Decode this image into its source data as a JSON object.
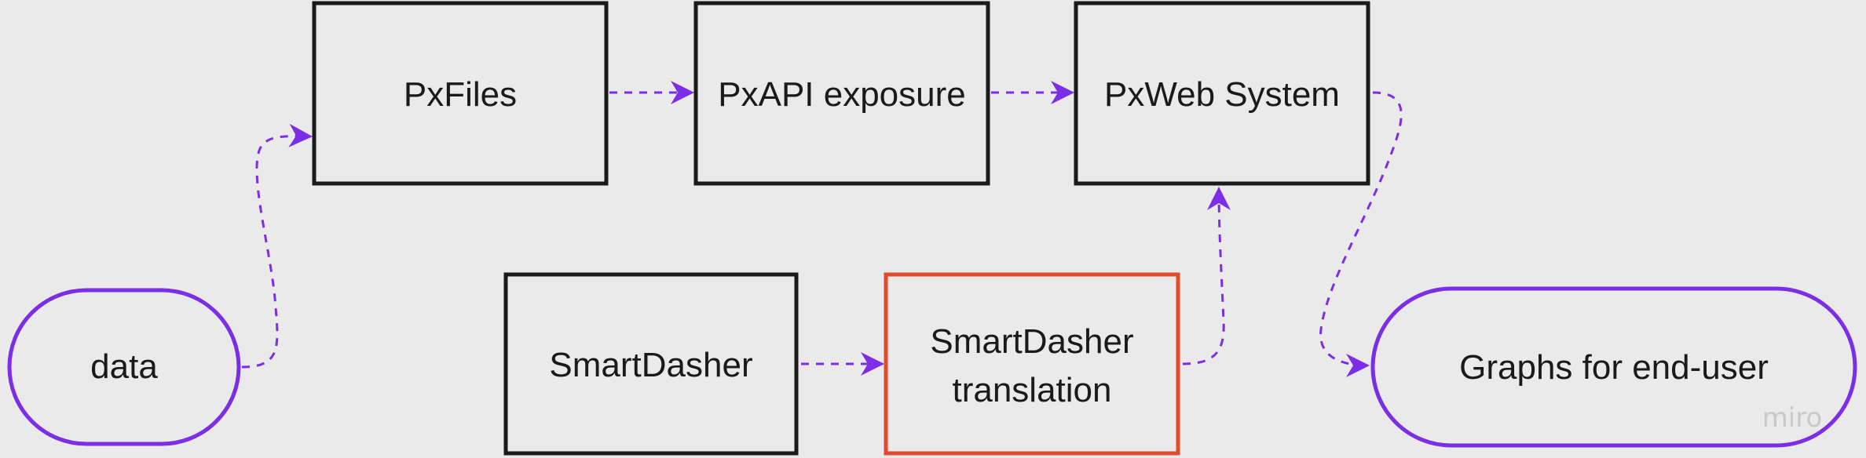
{
  "colors": {
    "background": "#eaeaea",
    "box_stroke": "#1a1a1a",
    "highlight_stroke": "#e24a2c",
    "terminal_stroke": "#7b2ee6",
    "edge": "#7b2ee6"
  },
  "nodes": {
    "pxfiles": "PxFiles",
    "pxapi": "PxAPI exposure",
    "pxweb": "PxWeb System",
    "data": "data",
    "smartdasher": "SmartDasher",
    "translation_line1": "SmartDasher",
    "translation_line2": "translation",
    "graphs": "Graphs for end-user"
  },
  "edges": [
    {
      "from": "data",
      "to": "PxFiles"
    },
    {
      "from": "PxFiles",
      "to": "PxAPI exposure"
    },
    {
      "from": "PxAPI exposure",
      "to": "PxWeb System"
    },
    {
      "from": "SmartDasher",
      "to": "SmartDasher translation"
    },
    {
      "from": "SmartDasher translation",
      "to": "PxWeb System"
    },
    {
      "from": "PxWeb System",
      "to": "Graphs for end-user"
    }
  ],
  "watermark": "miro"
}
